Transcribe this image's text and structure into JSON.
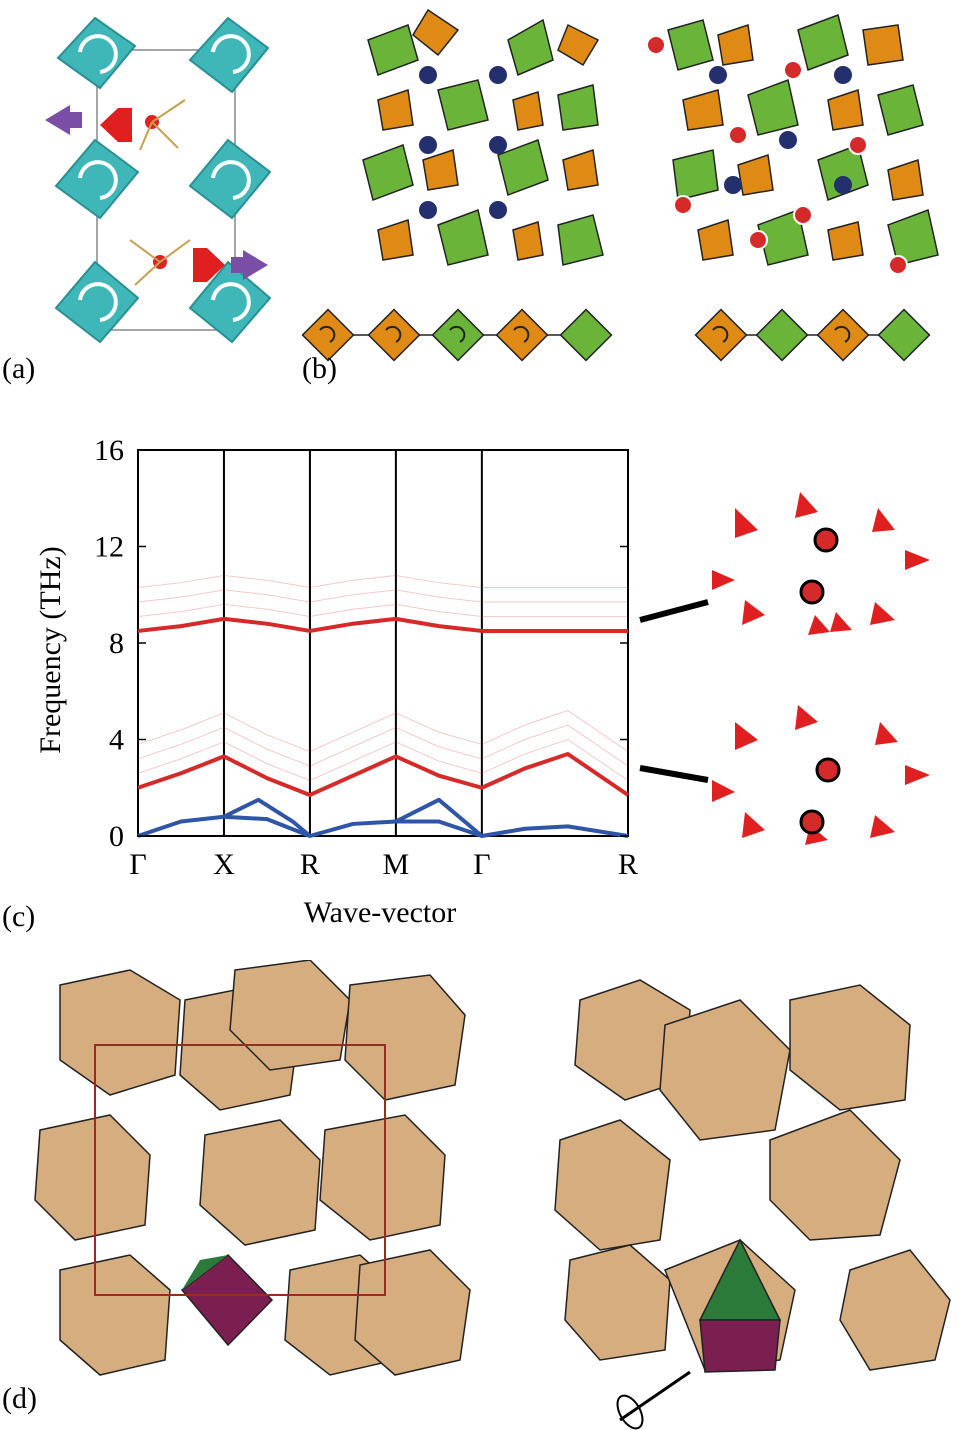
{
  "panel_labels": {
    "a": "(a)",
    "b": "(b)",
    "c": "(c)",
    "d": "(d)"
  },
  "colors": {
    "octahedron_cyan": "#3fb7b9",
    "orange_tet": "#e08a16",
    "green_oct": "#6ab43a",
    "red_mode": "#d62a2a",
    "blue_mode": "#2f55a6",
    "tan_poly": "#d6ad7f",
    "purple_face": "#7a1f4f",
    "green_face": "#2c7b3a"
  },
  "chart_data": {
    "type": "line",
    "title": "",
    "xlabel": "Wave-vector",
    "ylabel": "Frequency (THz)",
    "ylim": [
      0,
      16
    ],
    "yticks": [
      0,
      4,
      8,
      12,
      16
    ],
    "x_ticks": [
      "Γ",
      "X",
      "R",
      "M",
      "Γ",
      "R"
    ],
    "x_positions": [
      0,
      1,
      2,
      3,
      4,
      5.7
    ],
    "series": [
      {
        "color": "#d62a2a",
        "x": [
          0,
          0.5,
          1,
          1.5,
          2,
          2.5,
          3,
          3.5,
          4,
          4.5,
          5,
          5.7
        ],
        "y": [
          8.5,
          8.7,
          9.0,
          8.8,
          8.5,
          8.8,
          9.0,
          8.7,
          8.5,
          8.5,
          8.5,
          8.5
        ]
      },
      {
        "color": "#d62a2a",
        "x": [
          0,
          0.5,
          1,
          1.5,
          2,
          2.5,
          3,
          3.5,
          4,
          4.5,
          5,
          5.7
        ],
        "y": [
          2.0,
          2.6,
          3.3,
          2.4,
          1.7,
          2.5,
          3.3,
          2.5,
          2.0,
          2.8,
          3.4,
          1.7
        ]
      },
      {
        "color": "#2f55a6",
        "x": [
          0,
          0.5,
          1,
          1.5,
          2,
          2.5,
          3,
          3.5,
          4,
          4.5,
          5,
          5.7
        ],
        "y": [
          0.0,
          0.6,
          0.8,
          0.7,
          0.0,
          0.5,
          0.6,
          0.6,
          0.0,
          0.3,
          0.4,
          0.0
        ]
      },
      {
        "color": "#2f55a6",
        "x": [
          1,
          1.4,
          1.8,
          2
        ],
        "y": [
          0.8,
          1.5,
          0.6,
          0.0
        ]
      },
      {
        "color": "#2f55a6",
        "x": [
          3,
          3.5,
          4
        ],
        "y": [
          0.6,
          1.5,
          0.0
        ]
      }
    ]
  }
}
